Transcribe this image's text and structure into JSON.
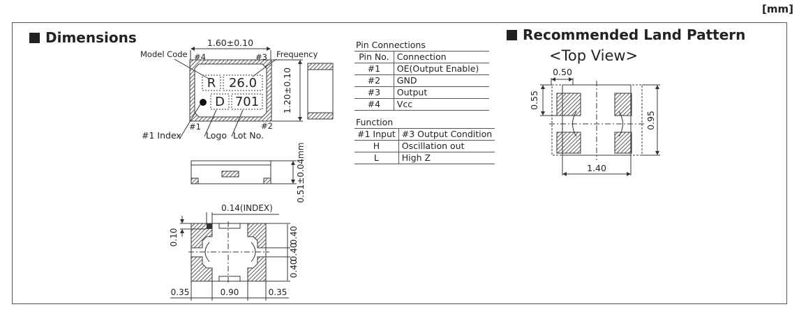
{
  "unit_label": "[mm]",
  "dimensions": {
    "title": "Dimensions",
    "top_view": {
      "width_dim": "1.60±0.10",
      "height_dim": "1.20±0.10",
      "model_code_label": "Model Code",
      "frequency_label": "Frequency",
      "pin4": "#4",
      "pin3": "#3",
      "pin1": "#1",
      "pin2": "#2",
      "marking_r": "R",
      "marking_freq": "26.0",
      "marking_d": "D",
      "marking_lot": "701",
      "index_label": "#1 Index",
      "logo_label": "Logo",
      "lot_label": "Lot No."
    },
    "side_view": {
      "thickness_dim": "0.51±0.04mm"
    },
    "bottom_view": {
      "index_dim": "0.14(INDEX)",
      "dim_010": "0.10",
      "dim_040a": "0.40",
      "dim_040b": "0.40",
      "dim_040c": "0.40",
      "dim_035a": "0.35",
      "dim_090": "0.90",
      "dim_035b": "0.35"
    }
  },
  "pin_connections": {
    "caption": "Pin Connections",
    "headers": [
      "Pin No.",
      "Connection"
    ],
    "rows": [
      [
        "#1",
        "OE(Output Enable)"
      ],
      [
        "#2",
        "GND"
      ],
      [
        "#3",
        "Output"
      ],
      [
        "#4",
        "Vcc"
      ]
    ]
  },
  "function_table": {
    "caption": "Function",
    "headers": [
      "#1 Input",
      "#3 Output Condition"
    ],
    "rows": [
      [
        "H",
        "Oscillation out"
      ],
      [
        "L",
        "High Z"
      ]
    ]
  },
  "land_pattern": {
    "title": "Recommended Land Pattern",
    "subtitle": "<Top View>",
    "dim_050": "0.50",
    "dim_055": "0.55",
    "dim_095": "0.95",
    "dim_140": "1.40"
  }
}
